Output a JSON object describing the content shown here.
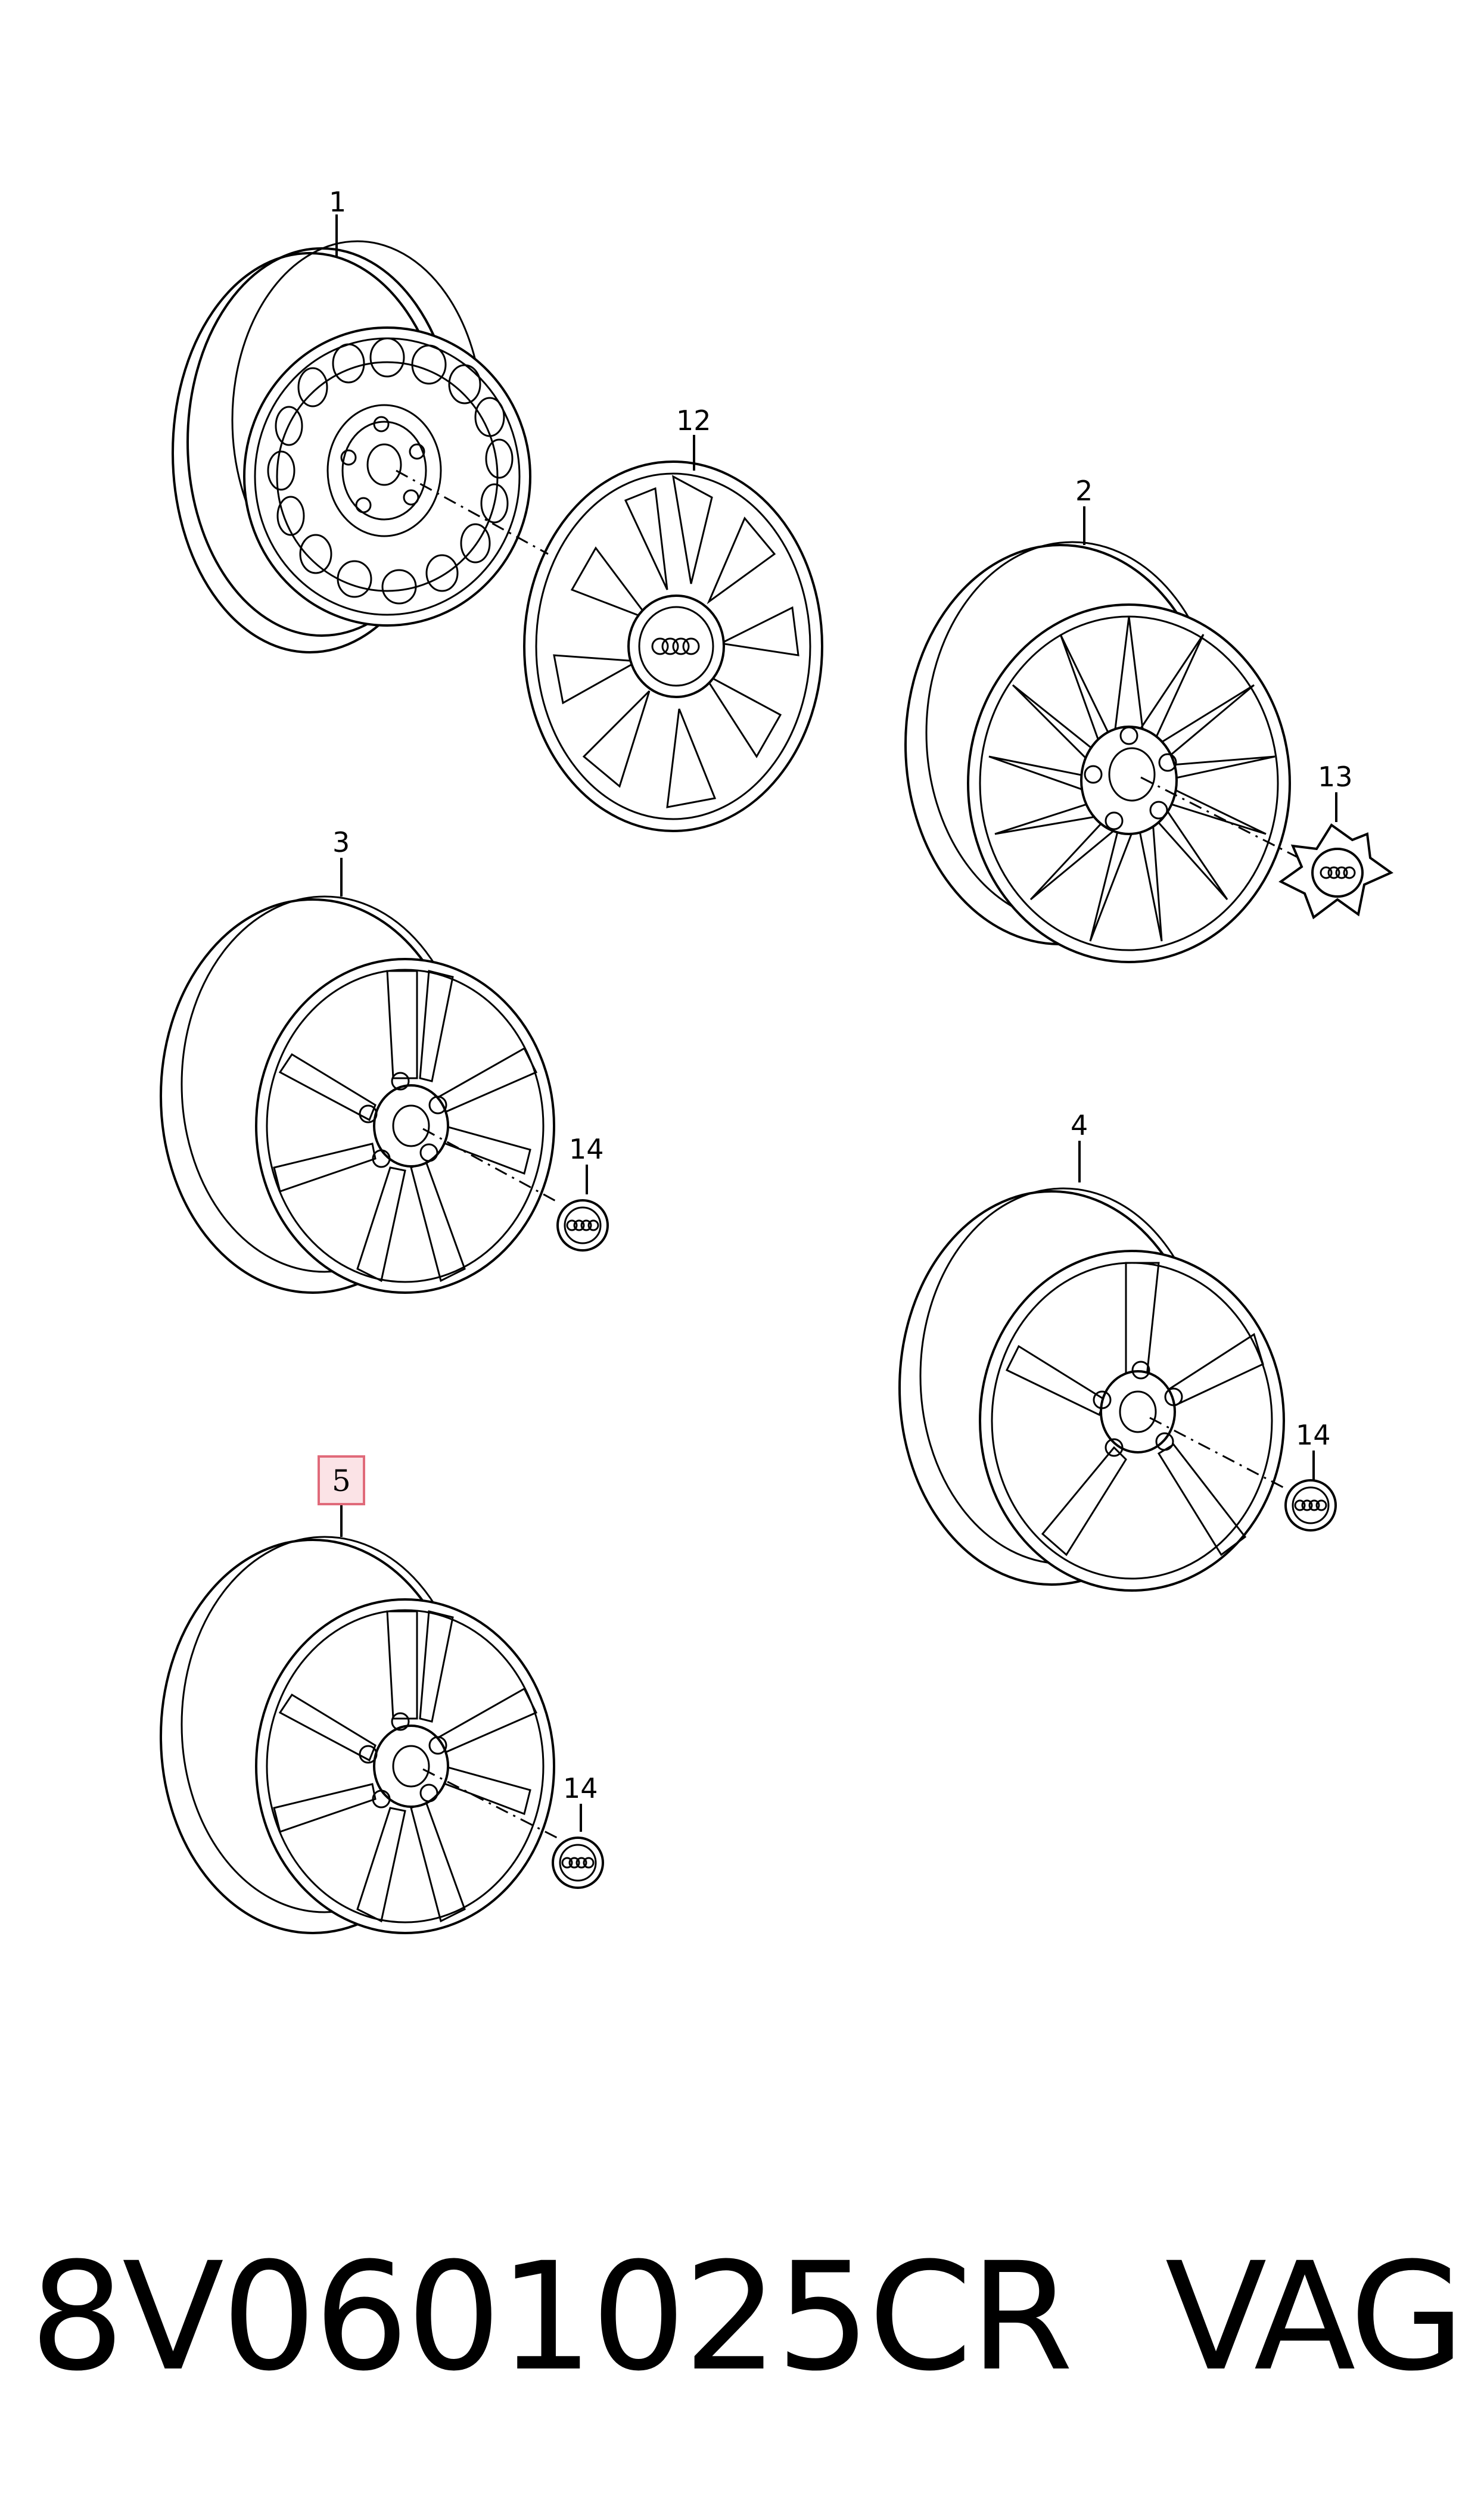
{
  "labels": {
    "l1": "1",
    "l2": "2",
    "l3": "3",
    "l4": "4",
    "l5": "5",
    "l12": "12",
    "l13": "13",
    "l14a": "14",
    "l14b": "14",
    "l14c": "14"
  },
  "highlight_color": "#e06a7a",
  "highlight_fill": "#fbe3e6",
  "footer": {
    "part_number": "8V0601025CR",
    "brand": "VAG"
  }
}
